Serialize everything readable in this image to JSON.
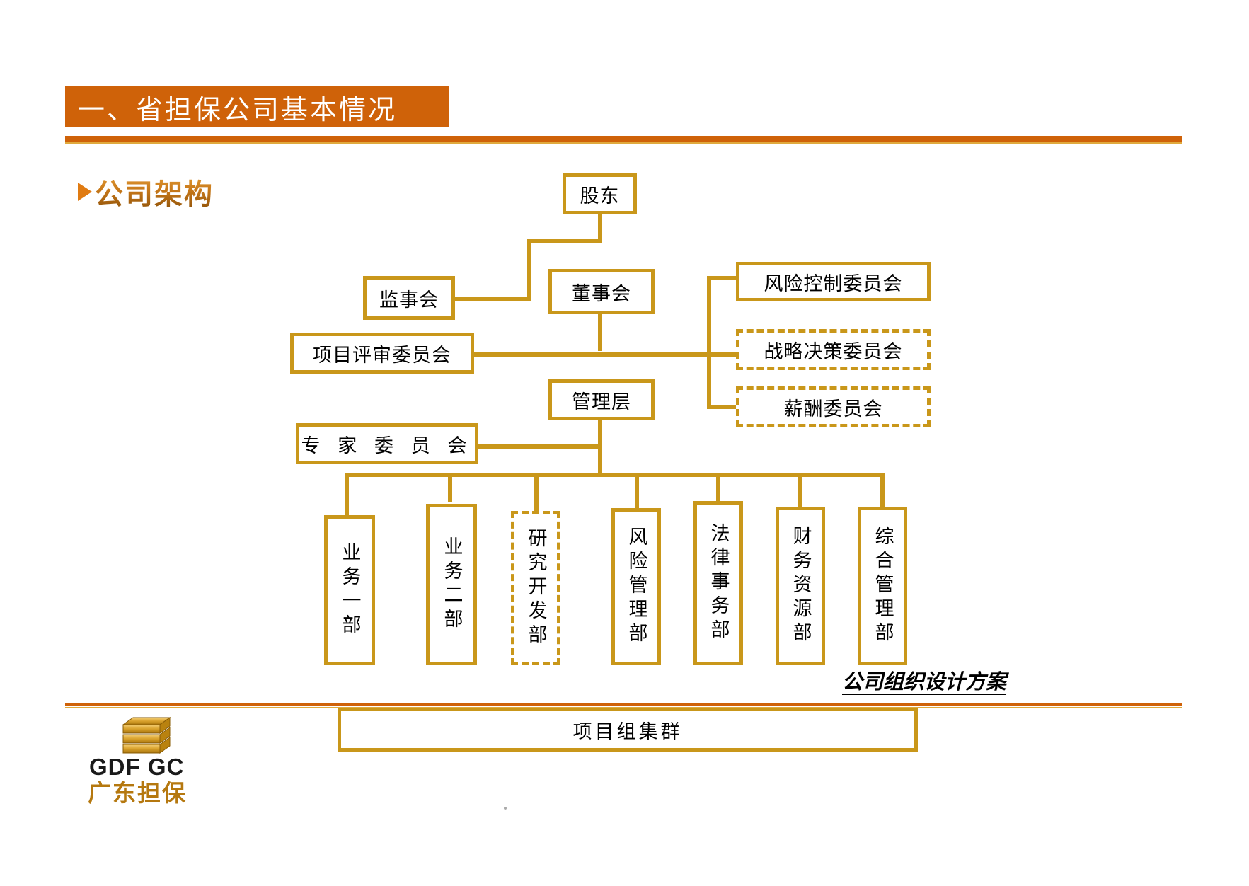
{
  "slide": {
    "title": "一、省担保公司基本情况",
    "subtitle": "公司架构",
    "bullet_icon": "triangle-arrow-icon",
    "footer_note": "公司组织设计方案"
  },
  "colors": {
    "title_band": "#cf6209",
    "rule": "#cf6209",
    "box_border": "#c9971a",
    "subtitle_text": "#b06a12",
    "logo_text": "#b5780f",
    "box_fill": "#ffffff",
    "text": "#000000"
  },
  "logo": {
    "latin": "GDF GC",
    "chinese": "广东担保",
    "icon": "stacked-hexagon-logo-icon"
  },
  "chart_data": {
    "type": "diagram",
    "title": "公司架构",
    "nodes": [
      {
        "id": "shareholders",
        "label": "股东",
        "border": "solid",
        "orientation": "horizontal",
        "level": 0
      },
      {
        "id": "board-supervisors",
        "label": "监事会",
        "border": "solid",
        "orientation": "horizontal",
        "level": 1
      },
      {
        "id": "board-directors",
        "label": "董事会",
        "border": "solid",
        "orientation": "horizontal",
        "level": 1
      },
      {
        "id": "risk-control-cmt",
        "label": "风险控制委员会",
        "border": "solid",
        "orientation": "horizontal",
        "level": 2
      },
      {
        "id": "strategy-cmt",
        "label": "战略决策委员会",
        "border": "dashed",
        "orientation": "horizontal",
        "level": 2
      },
      {
        "id": "compensation-cmt",
        "label": "薪酬委员会",
        "border": "dashed",
        "orientation": "horizontal",
        "level": 2
      },
      {
        "id": "project-review-cmt",
        "label": "项目评审委员会",
        "border": "solid",
        "orientation": "horizontal",
        "level": 2
      },
      {
        "id": "management",
        "label": "管理层",
        "border": "solid",
        "orientation": "horizontal",
        "level": 3
      },
      {
        "id": "expert-cmt",
        "label": "专 家 委 员 会",
        "border": "solid",
        "orientation": "horizontal",
        "level": 3
      },
      {
        "id": "dept-business-1",
        "label": "业务一部",
        "border": "solid",
        "orientation": "vertical",
        "level": 4
      },
      {
        "id": "dept-business-2",
        "label": "业务二部",
        "border": "solid",
        "orientation": "vertical",
        "level": 4
      },
      {
        "id": "dept-rnd",
        "label": "研究开发部",
        "border": "dashed",
        "orientation": "vertical",
        "level": 4
      },
      {
        "id": "dept-risk-mgmt",
        "label": "风险管理部",
        "border": "solid",
        "orientation": "vertical",
        "level": 4
      },
      {
        "id": "dept-legal",
        "label": "法律事务部",
        "border": "solid",
        "orientation": "vertical",
        "level": 4
      },
      {
        "id": "dept-finance",
        "label": "财务资源部",
        "border": "solid",
        "orientation": "vertical",
        "level": 4
      },
      {
        "id": "dept-general-mgmt",
        "label": "综合管理部",
        "border": "solid",
        "orientation": "vertical",
        "level": 4
      },
      {
        "id": "project-group",
        "label": "项目组集群",
        "border": "solid",
        "orientation": "horizontal",
        "level": 5
      }
    ],
    "edges": [
      {
        "from": "shareholders",
        "to": "board-directors"
      },
      {
        "from": "shareholders",
        "to": "board-supervisors"
      },
      {
        "from": "board-directors",
        "to": "risk-control-cmt"
      },
      {
        "from": "board-directors",
        "to": "strategy-cmt"
      },
      {
        "from": "board-directors",
        "to": "compensation-cmt"
      },
      {
        "from": "board-directors",
        "to": "management"
      },
      {
        "from": "board-directors",
        "to": "project-review-cmt"
      },
      {
        "from": "management",
        "to": "expert-cmt"
      },
      {
        "from": "management",
        "to": "dept-business-1"
      },
      {
        "from": "management",
        "to": "dept-business-2"
      },
      {
        "from": "management",
        "to": "dept-rnd"
      },
      {
        "from": "management",
        "to": "dept-risk-mgmt"
      },
      {
        "from": "management",
        "to": "dept-legal"
      },
      {
        "from": "management",
        "to": "dept-finance"
      },
      {
        "from": "management",
        "to": "dept-general-mgmt"
      }
    ]
  }
}
